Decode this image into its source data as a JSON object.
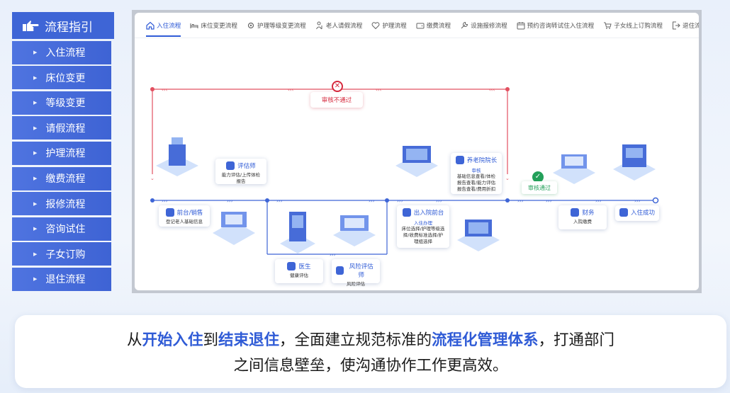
{
  "sidebar": {
    "title": "流程指引",
    "title_icon": "pointing-hand-icon",
    "items": [
      {
        "label": "入住流程"
      },
      {
        "label": "床位变更"
      },
      {
        "label": "等级变更"
      },
      {
        "label": "请假流程"
      },
      {
        "label": "护理流程"
      },
      {
        "label": "缴费流程"
      },
      {
        "label": "报修流程"
      },
      {
        "label": "咨询试住"
      },
      {
        "label": "子女订购"
      },
      {
        "label": "退住流程"
      }
    ]
  },
  "tabs": [
    {
      "label": "入住流程",
      "icon": "house-icon",
      "active": true
    },
    {
      "label": "床位变更流程",
      "icon": "bed-icon"
    },
    {
      "label": "护理等级变更流程",
      "icon": "gear-icon"
    },
    {
      "label": "老人请假流程",
      "icon": "elder-icon"
    },
    {
      "label": "护理流程",
      "icon": "heart-icon"
    },
    {
      "label": "缴费流程",
      "icon": "wallet-icon"
    },
    {
      "label": "设施报修流程",
      "icon": "wrench-icon"
    },
    {
      "label": "预约咨询转试住入住流程",
      "icon": "calendar-icon"
    },
    {
      "label": "子女线上订购流程",
      "icon": "cart-icon"
    },
    {
      "label": "退住流程",
      "icon": "exit-icon"
    }
  ],
  "flow": {
    "reject_label": "审核不通过",
    "approve_label": "审核通过",
    "steps": {
      "front_desk": {
        "title": "前台/销售",
        "desc": "登记老人基础信息"
      },
      "assessor": {
        "title": "评估师",
        "desc": "能力评估/上传体检报告"
      },
      "doctor": {
        "title": "医生",
        "desc": "健康评估"
      },
      "risk": {
        "title": "风险评估师",
        "desc": "风险评估"
      },
      "admission": {
        "title": "出入院前台",
        "sub": "入住办理",
        "desc": "床位选择/护理等级选择/收费标准选择/护理组选择"
      },
      "director": {
        "title": "养老院院长",
        "sub": "审核",
        "desc": "基础信息查看/体检报告查看/能力评估报告查看/费用折扣"
      },
      "finance": {
        "title": "财务",
        "desc": "入院缴费"
      },
      "success": {
        "title": "入住成功"
      }
    }
  },
  "banner": {
    "p1": "从",
    "h1": "开始入住",
    "p2": "到",
    "h2": "结束退住",
    "p3": "，全面建立规范标准的",
    "h3": "流程化管理体系",
    "p4": "，打通部门",
    "line2": "之间信息壁垒，使沟通协作工作更高效。"
  },
  "colors": {
    "accent": "#2f5bd6",
    "reject": "#d6293d",
    "approve": "#23a05a",
    "sidebar": "#3e65d6"
  }
}
